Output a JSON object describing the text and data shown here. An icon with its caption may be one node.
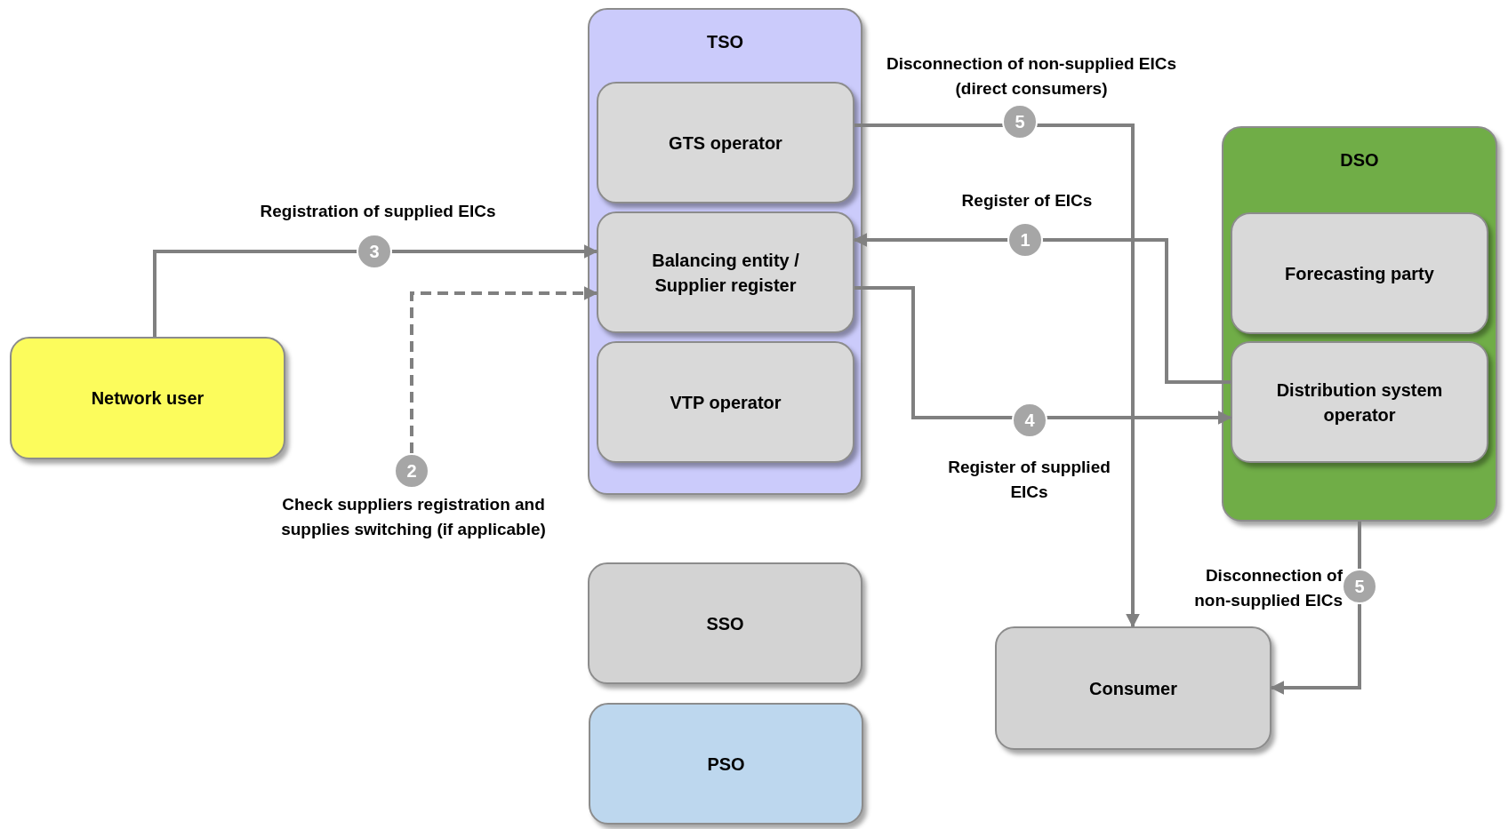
{
  "diagram": {
    "nodes": [
      {
        "text": [
          "TSO"
        ]
      },
      {
        "text": [
          "GTS operator"
        ],
        "in": 0
      },
      {
        "text": [
          "Balancing entity / Supplier register"
        ],
        "in": 0
      },
      {
        "text": [
          "VTP operator"
        ],
        "in": 0
      },
      {
        "text": [
          "DSO"
        ]
      },
      {
        "text": [
          "Forecasting party"
        ],
        "in": 4
      },
      {
        "text": [
          "Distribution system operator"
        ],
        "in": 4
      },
      {
        "text": [
          "Network user"
        ]
      },
      {
        "text": [
          "SSO"
        ]
      },
      {
        "text": [
          "PSO"
        ]
      },
      {
        "text": [
          "Consumer"
        ]
      }
    ],
    "edges": [
      {
        "from": 7,
        "to": 2,
        "arrow": "to",
        "label": "3"
      },
      {
        "from": null,
        "to": 2,
        "arrow": "to",
        "label": "2",
        "style": "dashed"
      },
      {
        "from": 1,
        "to": 10,
        "arrow": "to",
        "label": "5"
      },
      {
        "from": 6,
        "to": 2,
        "arrow": "to",
        "label": "1"
      },
      {
        "from": 2,
        "to": 6,
        "arrow": "to",
        "label": "4"
      },
      {
        "from": 4,
        "to": 10,
        "arrow": "to",
        "label": "5"
      }
    ],
    "labels": [
      "Disconnection of non-supplied EICs (direct consumers)",
      "Register of EICs",
      "Registration of supplied EICs",
      "Register of supplied EICs",
      "Check suppliers registration and supplies switching (if applicable)",
      "Disconnection of non-supplied EICs"
    ]
  }
}
